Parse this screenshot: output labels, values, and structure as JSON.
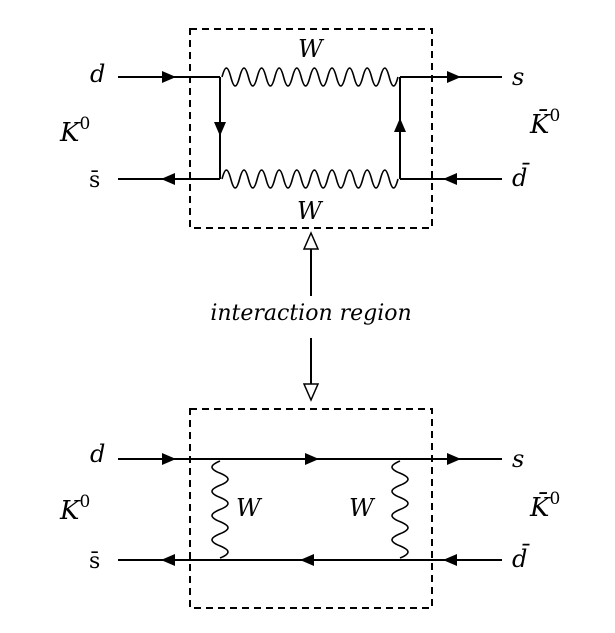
{
  "top_diagram": {
    "in_top": "d",
    "in_bottom": "s̄",
    "out_top": "s",
    "out_bottom": "d̄",
    "in_meson": "K",
    "in_meson_sup": "0",
    "out_meson": "K̄",
    "out_meson_sup": "0",
    "w_top": "W",
    "w_bottom": "W"
  },
  "caption": "interaction region",
  "bottom_diagram": {
    "in_top": "d",
    "in_bottom": "s̄",
    "out_top": "s",
    "out_bottom": "d̄",
    "in_meson": "K",
    "in_meson_sup": "0",
    "out_meson": "K̄",
    "out_meson_sup": "0",
    "w_left": "W",
    "w_right": "W"
  }
}
